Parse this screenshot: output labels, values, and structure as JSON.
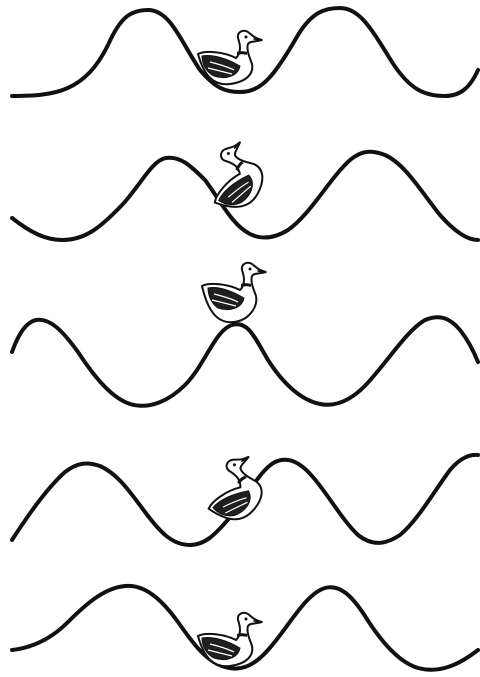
{
  "figure": {
    "kind": "wave-sequence",
    "panels": [
      {
        "duck_state": "in-trough"
      },
      {
        "duck_state": "rising-slope"
      },
      {
        "duck_state": "on-crest"
      },
      {
        "duck_state": "falling-slope"
      },
      {
        "duck_state": "in-trough"
      }
    ],
    "colors": {
      "ink": "#111111",
      "background": "#ffffff"
    }
  }
}
